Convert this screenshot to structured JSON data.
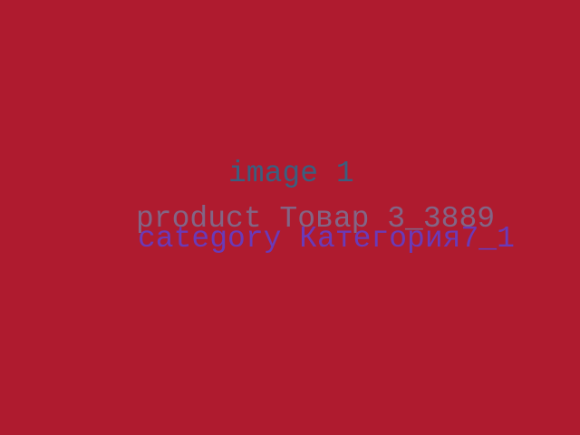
{
  "background_color": "#AF1B2F",
  "lines": {
    "image": {
      "text": "image 1",
      "color": "#3A5F7F"
    },
    "product": {
      "text": "product Товар 3_3889",
      "color": "#836585"
    },
    "category": {
      "text": "category Категория7_1",
      "color": "#6A3AB8"
    }
  }
}
